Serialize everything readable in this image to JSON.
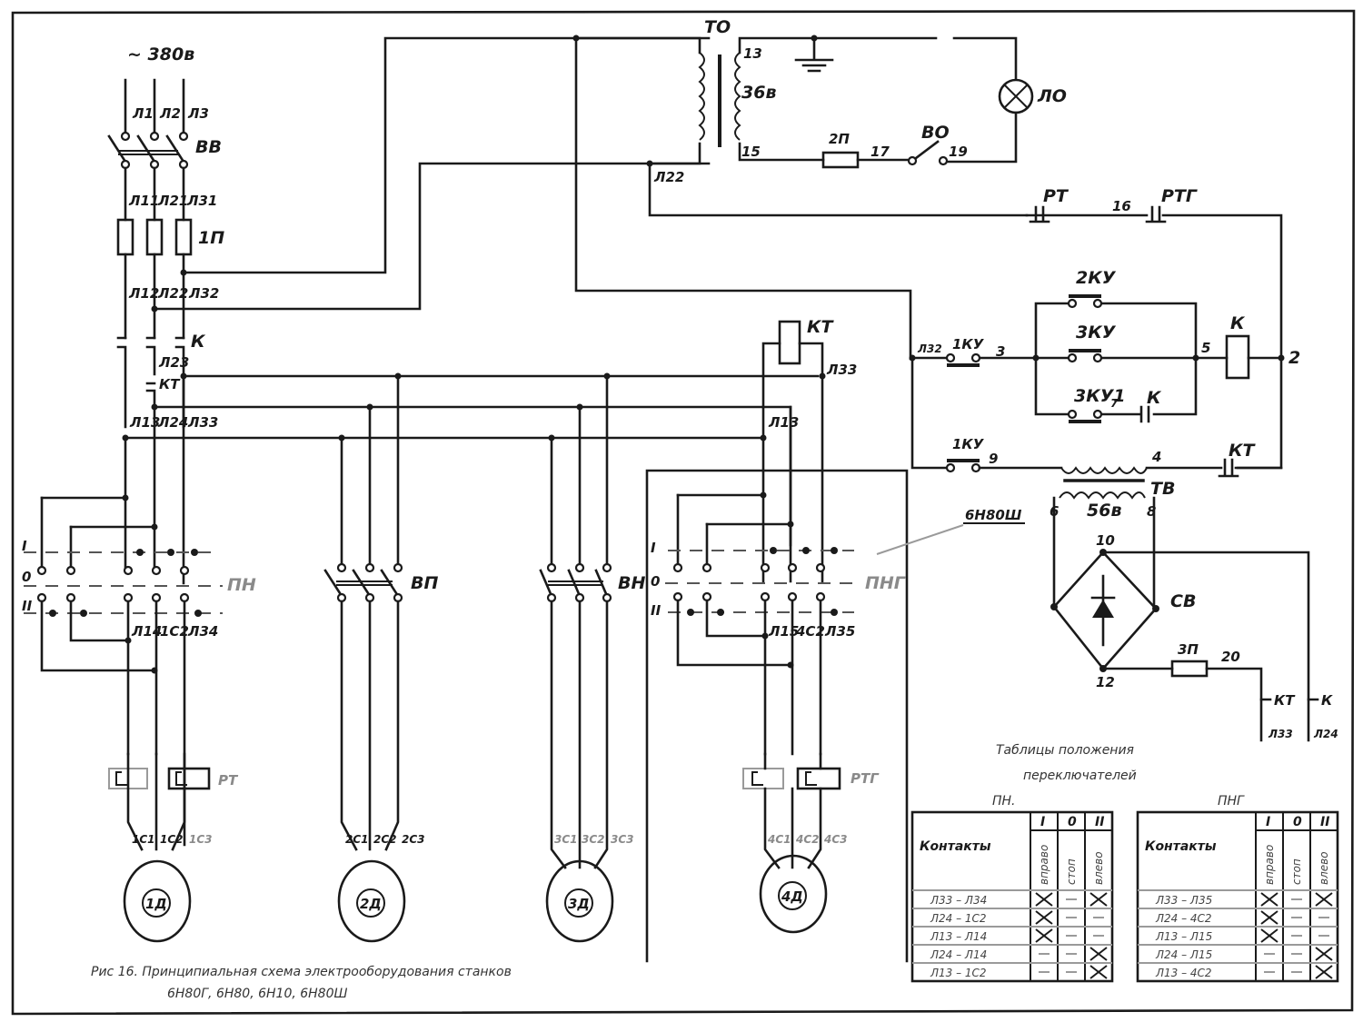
{
  "supply": {
    "voltage": "~ 380в",
    "phases": [
      "Л1",
      "Л2",
      "Л3"
    ]
  },
  "main_switch": "ВВ",
  "fuse_main": {
    "label": "1П",
    "wires_in": [
      "Л11",
      "Л21",
      "Л31"
    ],
    "wires_out": [
      "Л12",
      "Л22",
      "Л32"
    ]
  },
  "contactor": {
    "label": "К",
    "wire": "Л23"
  },
  "timer_contact": {
    "label": "КТ",
    "wires": [
      "Л13",
      "Л24",
      "Л33"
    ]
  },
  "switch_pn": {
    "label": "ПН",
    "positions": [
      "I",
      "0",
      "II"
    ],
    "outputs": [
      "Л14",
      "1С2",
      "Л34"
    ]
  },
  "switch_png": {
    "label": "ПНГ",
    "positions": [
      "I",
      "0",
      "II"
    ],
    "outputs": [
      "Л15",
      "4С2",
      "Л35"
    ],
    "callout": "6Н80Ш"
  },
  "switch_vp": "ВП",
  "switch_vn": "ВН",
  "timer_coil": {
    "label": "КТ",
    "wire_top": "Л33",
    "wire_mid": "Л13"
  },
  "thermal_relays": {
    "motor1": "РТ",
    "motor4": "РТГ"
  },
  "motors": [
    {
      "id": "1Д",
      "wires": [
        "1С1",
        "1С2",
        "1С3"
      ]
    },
    {
      "id": "2Д",
      "wires": [
        "2С1",
        "2С2",
        "2С3"
      ]
    },
    {
      "id": "3Д",
      "wires": [
        "3С1",
        "3С2",
        "3С3"
      ]
    },
    {
      "id": "4Д",
      "wires": [
        "4С1",
        "4С2",
        "4С3"
      ]
    }
  ],
  "lighting": {
    "transformer": "ТО",
    "secondary_voltage": "36в",
    "nodes": [
      "13",
      "15",
      "17",
      "19"
    ],
    "fuse": "2П",
    "switch": "ВО",
    "lamp": "ЛО",
    "primary_wire": "Л22"
  },
  "control": {
    "relay_contacts": [
      "РТ",
      "РТГ"
    ],
    "node_16": "16",
    "wire_in": "Л32",
    "buttons": [
      "1КУ",
      "2КУ",
      "3КУ",
      "3КУ1"
    ],
    "nodes": [
      "3",
      "5",
      "2",
      "7",
      "9",
      "4"
    ],
    "coil": "К",
    "hold_contact": "К",
    "kt_contact": "КТ"
  },
  "brake": {
    "transformer": "ТВ",
    "voltage": "56в",
    "nodes": [
      "6",
      "8",
      "10",
      "12",
      "20"
    ],
    "rectifier": "СВ",
    "fuse": "3П",
    "contacts": [
      "КТ",
      "К"
    ],
    "wires": [
      "Л33",
      "Л24"
    ]
  },
  "tables": {
    "title_line1": "Таблицы положения",
    "title_line2": "переключателей",
    "pn": {
      "name": "ПН.",
      "header": "Контакты",
      "positions": [
        "I",
        "0",
        "II"
      ],
      "position_names": [
        "вправо",
        "стоп",
        "влево"
      ],
      "rows": [
        {
          "contact": "Л33 – Л34",
          "marks": [
            "X",
            "–",
            "X"
          ]
        },
        {
          "contact": "Л24 – 1С2",
          "marks": [
            "X",
            "–",
            "–"
          ]
        },
        {
          "contact": "Л13 – Л14",
          "marks": [
            "X",
            "–",
            "–"
          ]
        },
        {
          "contact": "Л24 – Л14",
          "marks": [
            "–",
            "–",
            "X"
          ]
        },
        {
          "contact": "Л13 – 1С2",
          "marks": [
            "–",
            "–",
            "X"
          ]
        }
      ]
    },
    "png": {
      "name": "ПНГ",
      "header": "Контакты",
      "positions": [
        "I",
        "0",
        "II"
      ],
      "position_names": [
        "вправо",
        "стоп",
        "влево"
      ],
      "rows": [
        {
          "contact": "Л33 – Л35",
          "marks": [
            "X",
            "–",
            "X"
          ]
        },
        {
          "contact": "Л24 – 4С2",
          "marks": [
            "X",
            "–",
            "–"
          ]
        },
        {
          "contact": "Л13 – Л15",
          "marks": [
            "X",
            "–",
            "–"
          ]
        },
        {
          "contact": "Л24 – Л15",
          "marks": [
            "–",
            "–",
            "X"
          ]
        },
        {
          "contact": "Л13 – 4С2",
          "marks": [
            "–",
            "–",
            "X"
          ]
        }
      ]
    }
  },
  "caption": {
    "line1": "Рис 16. Принципиальная схема электрооборудования станков",
    "line2": "6Н80Г, 6Н80, 6Н10, 6Н80Ш"
  }
}
